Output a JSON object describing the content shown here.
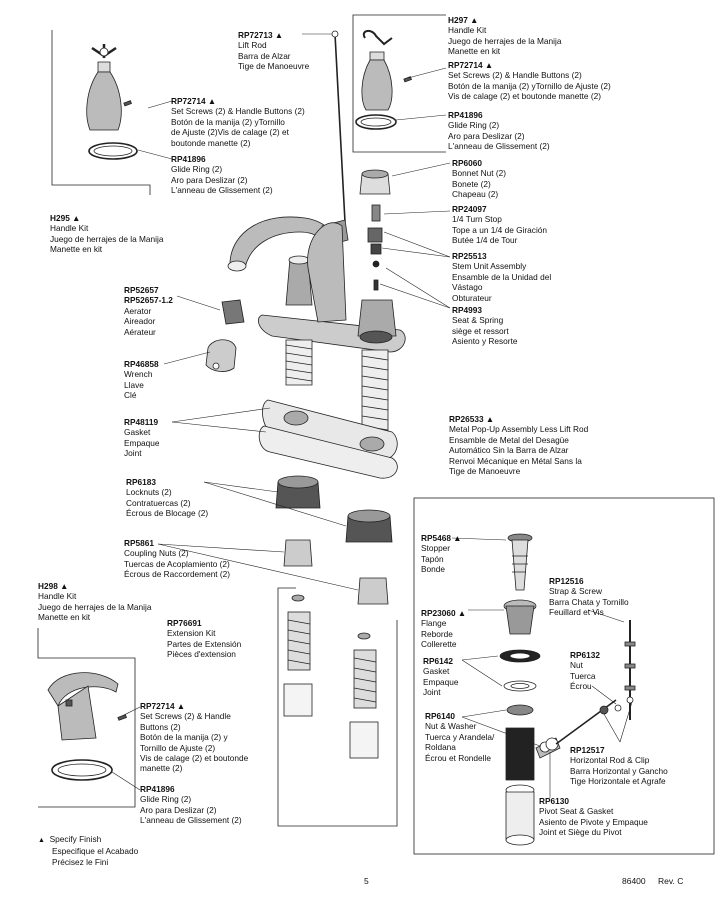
{
  "parts": [
    {
      "key": "H297",
      "part": "H297 ▲",
      "lines": [
        "Handle Kit",
        "Juego de herrajes de la Manija",
        "Manette en kit"
      ]
    },
    {
      "key": "RP72714_tr",
      "part": "RP72714 ▲",
      "lines": [
        "Set Screws (2) & Handle Buttons (2)",
        "Botón de la manija (2) yTornillo de Ajuste (2)",
        "Vis de calage (2) et boutonde manette (2)"
      ]
    },
    {
      "key": "RP41896_tr",
      "part": "RP41896",
      "lines": [
        "Glide Ring (2)",
        "Aro para Deslizar (2)",
        "L'anneau de Glissement (2)"
      ]
    },
    {
      "key": "RP72713",
      "part": "RP72713 ▲",
      "lines": [
        "Lift Rod",
        "Barra de Alzar",
        "Tige de Manoeuvre"
      ]
    },
    {
      "key": "RP72714_tl",
      "part": "RP72714 ▲",
      "lines": [
        "Set Screws (2) & Handle Buttons (2)",
        "Botón de la manija (2) yTornillo",
        "de Ajuste (2)Vis de calage (2) et",
        "boutonde manette (2)"
      ]
    },
    {
      "key": "RP41896_tl",
      "part": "RP41896",
      "lines": [
        "Glide Ring (2)",
        "Aro para Deslizar (2)",
        "L'anneau de Glissement (2)"
      ]
    },
    {
      "key": "H295",
      "part": "H295 ▲",
      "lines": [
        "Handle Kit",
        "Juego de herrajes de la Manija",
        "Manette en kit"
      ]
    },
    {
      "key": "RP6060",
      "part": "RP6060",
      "lines": [
        "Bonnet Nut (2)",
        "Bonete (2)",
        "Chapeau (2)"
      ]
    },
    {
      "key": "RP24097",
      "part": "RP24097",
      "lines": [
        "1/4 Turn Stop",
        "Tope a un 1/4 de Giración",
        "Butée 1/4 de Tour"
      ]
    },
    {
      "key": "RP25513",
      "part": "RP25513",
      "lines": [
        "Stem Unit Assembly",
        "Ensamble de la Unidad del",
        "Vástago",
        "Obturateur"
      ]
    },
    {
      "key": "RP4993",
      "part": "RP4993",
      "lines": [
        "Seat & Spring",
        "siège et ressort",
        "Asiento y Resorte"
      ]
    },
    {
      "key": "RP52657",
      "part": "RP52657",
      "lines": []
    },
    {
      "key": "RP52657_12",
      "part": "RP52657-1.2",
      "lines": [
        "Aerator",
        "Aireador",
        "Aérateur"
      ]
    },
    {
      "key": "RP46858",
      "part": "RP46858",
      "lines": [
        "Wrench",
        "Llave",
        "Clé"
      ]
    },
    {
      "key": "RP48119",
      "part": "RP48119",
      "lines": [
        "Gasket",
        "Empaque",
        "Joint"
      ]
    },
    {
      "key": "RP26533",
      "part": "RP26533 ▲",
      "lines": [
        "Metal Pop-Up Assembly Less Lift Rod",
        "Ensamble de Metal del Desagüe",
        "Automático Sin la Barra de Alzar",
        "Renvoi Mécanique en Métal Sans la",
        "Tige de Manoeuvre"
      ]
    },
    {
      "key": "RP6183",
      "part": "RP6183",
      "lines": [
        "Locknuts (2)",
        "Contratuercas (2)",
        "Écrous de Blocage (2)"
      ]
    },
    {
      "key": "RP5861",
      "part": "RP5861",
      "lines": [
        "Coupling Nuts (2)",
        "Tuercas de Acoplamiento (2)",
        "Écrous de Raccordement (2)"
      ]
    },
    {
      "key": "RP5468",
      "part": "RP5468 ▲",
      "lines": [
        "Stopper",
        "Tapón",
        "Bonde"
      ]
    },
    {
      "key": "RP12516",
      "part": "RP12516",
      "lines": [
        "Strap & Screw",
        "Barra Chata y Tornillo",
        "Feuillard et Vis"
      ]
    },
    {
      "key": "H298",
      "part": "H298 ▲",
      "lines": [
        "Handle Kit",
        "Juego de herrajes de la Manija",
        "Manette en kit"
      ]
    },
    {
      "key": "RP76691",
      "part": "RP76691",
      "lines": [
        "Extension Kit",
        "Partes de Extensión",
        "Pièces d'extension"
      ]
    },
    {
      "key": "RP23060",
      "part": "RP23060 ▲",
      "lines": [
        "Flange",
        "Reborde",
        "Collerette"
      ]
    },
    {
      "key": "RP6132",
      "part": "RP6132",
      "lines": [
        "Nut",
        "Tuerca",
        "Écrou"
      ]
    },
    {
      "key": "RP6142",
      "part": "RP6142",
      "lines": [
        "Gasket",
        "Empaque",
        "Joint"
      ]
    },
    {
      "key": "RP72714_bl",
      "part": "RP72714 ▲",
      "lines": [
        "Set Screws (2) & Handle",
        "Buttons (2)",
        "Botón de la manija (2) y",
        "Tornillo de Ajuste (2)",
        "Vis de calage (2) et boutonde",
        "manette (2)"
      ]
    },
    {
      "key": "RP6140",
      "part": "RP6140",
      "lines": [
        "Nut & Washer",
        "Tuerca y Arandela/",
        "Roldana",
        "Écrou et Rondelle"
      ]
    },
    {
      "key": "RP12517",
      "part": "RP12517",
      "lines": [
        "Horizontal Rod & Clip",
        "Barra Horizontal y Gancho",
        "Tige Horizontale et Agrafe"
      ]
    },
    {
      "key": "RP41896_bl",
      "part": "RP41896",
      "lines": [
        "Glide Ring (2)",
        "Aro para Deslizar (2)",
        "L'anneau de Glissement (2)"
      ]
    },
    {
      "key": "RP6130",
      "part": "RP6130",
      "lines": [
        "Pivot Seat & Gasket",
        "Asiento de Pivote y Empaque",
        "Joint et Siège du Pivot"
      ]
    }
  ],
  "legend": {
    "symbol": "▲",
    "lines": [
      "Specify Finish",
      "Especifique el Acabado",
      "Précisez le Fini"
    ]
  },
  "footer": {
    "page": "5",
    "doc": "86400",
    "rev": "Rev. C"
  }
}
